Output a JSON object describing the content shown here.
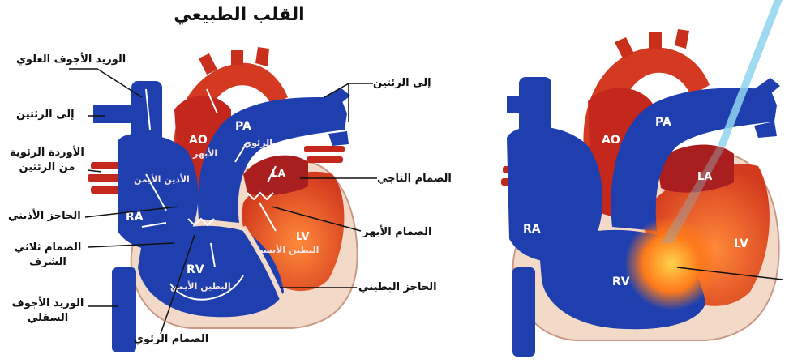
{
  "title": "القلب الطبيعي",
  "labels": {
    "svc": "الوريد الأجوف العلوي",
    "to_lungs_left": "إلى الرئتين",
    "pulm_veins": "الأوردة الرئوية من الرئتين",
    "atrial_septum": "الحاجز الأذيني",
    "tricuspid": "الصمام ثلاثي الشرف",
    "ivc": "الوريد الأجوف السفلي",
    "pulm_valve": "الصمام الرئوي",
    "to_lungs_right": "إلى الرئتين",
    "mitral": "الصمام التاجي",
    "aortic_valve": "الصمام الأبهر",
    "ventricular_septum": "الحاجز البطيني"
  },
  "chambers_normal": {
    "ao": "AO",
    "ao_ar": "الأبهر",
    "pa": "PA",
    "pa_ar": "الرئوي",
    "la": "LA",
    "ra": "RA",
    "ra_ar": "الأذين الأيمن",
    "rv": "RV",
    "rv_ar": "البطين الأيمن",
    "lv": "LV",
    "lv_ar": "البطين الأيسر"
  },
  "chambers_defect": {
    "ao": "AO",
    "pa": "PA",
    "la": "LA",
    "ra": "RA",
    "rv": "RV",
    "lv": "LV"
  },
  "colors": {
    "oxygen_poor": "#1f3fae",
    "oxygen_rich": "#d43a22",
    "muscle": "#f3d9c8",
    "defect_jet": "#ff7a1a",
    "probe": "#8fd4ef"
  }
}
